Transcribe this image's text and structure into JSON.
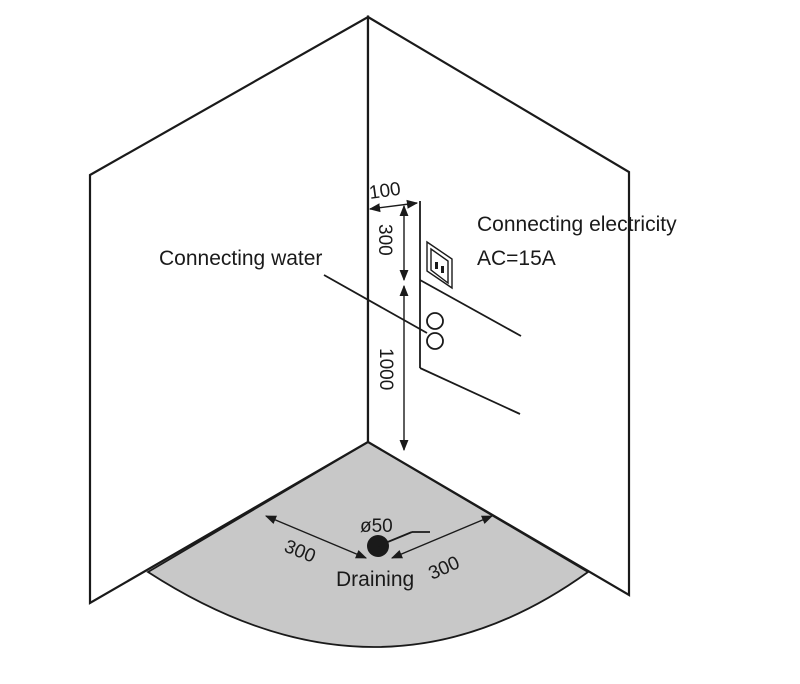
{
  "labels": {
    "connecting_water": "Connecting water",
    "connecting_electricity": "Connecting electricity",
    "current": "AC=15A",
    "draining": "Draining"
  },
  "dimensions": {
    "wall_offset": "100",
    "upper_height": "300",
    "lower_height": "1000",
    "drain_diameter": "ø50",
    "drain_left": "300",
    "drain_right": "300"
  },
  "colors": {
    "floor": "#c8c8c8",
    "line": "#1a1a1a"
  }
}
